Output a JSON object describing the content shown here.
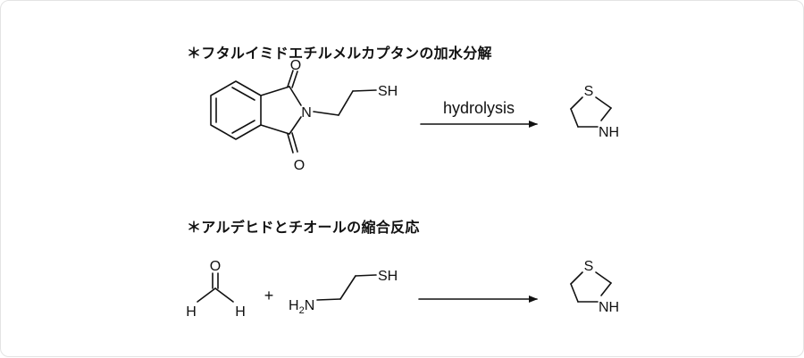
{
  "section1": {
    "heading": "＊フタルイミドエチルメルカプタンの加水分解",
    "reactant_atoms": {
      "o_top": "O",
      "o_bottom": "O",
      "n": "N",
      "sh": "SH"
    },
    "arrow_label": "hydrolysis",
    "product_atoms": {
      "s": "S",
      "nh": "NH"
    }
  },
  "section2": {
    "heading": "＊アルデヒドとチオールの縮合反応",
    "formaldehyde_atoms": {
      "o": "O",
      "h_left": "H",
      "h_right": "H"
    },
    "plus": "+",
    "aminothiol_atoms": {
      "h2n_h": "H",
      "h2n_sub": "2",
      "h2n_n": "N",
      "sh": "SH"
    },
    "product_atoms": {
      "s": "S",
      "nh": "NH"
    }
  },
  "colors": {
    "ink": "#111111",
    "border": "#e3e3e3",
    "background": "#ffffff"
  }
}
